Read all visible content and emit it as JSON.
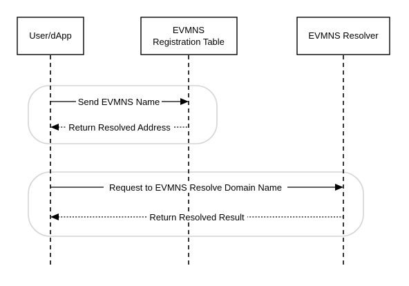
{
  "participants": [
    {
      "id": "user",
      "lines": [
        "User/dApp"
      ]
    },
    {
      "id": "registry",
      "lines": [
        "EVMNS",
        "Registration Table"
      ]
    },
    {
      "id": "resolver",
      "lines": [
        "EVMNS Resolver"
      ]
    }
  ],
  "messages": [
    {
      "label": "Send EVMNS Name",
      "from": "user",
      "to": "registry",
      "style": "solid"
    },
    {
      "label": "Return Resolved Address",
      "from": "registry",
      "to": "user",
      "style": "dashed"
    },
    {
      "label": "Request to EVMNS Resolve Domain Name",
      "from": "user",
      "to": "resolver",
      "style": "solid"
    },
    {
      "label": "Return Resolved Result",
      "from": "resolver",
      "to": "user",
      "style": "dashed"
    }
  ]
}
